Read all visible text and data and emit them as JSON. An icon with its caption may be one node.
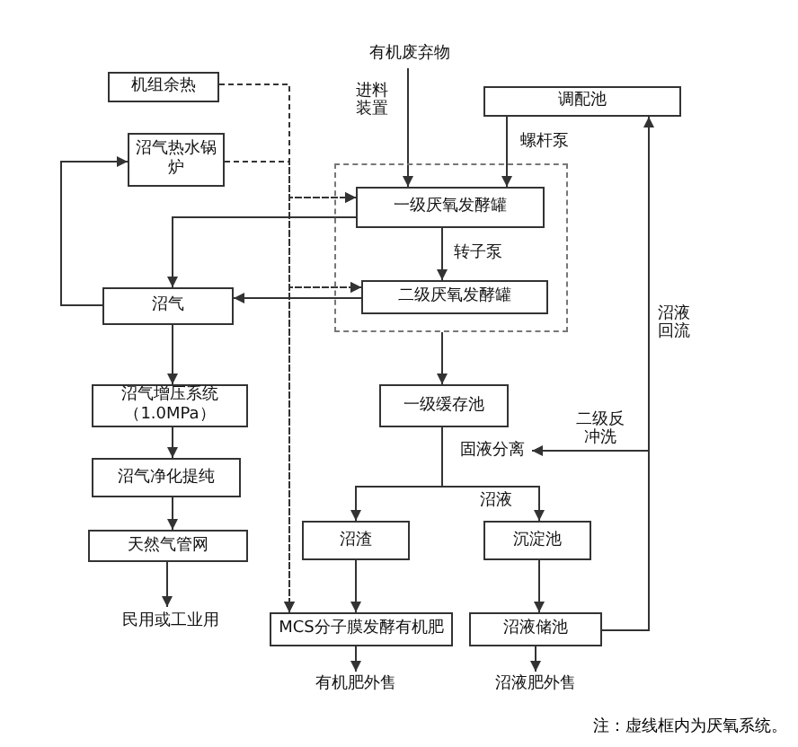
{
  "diagram": {
    "nodes": [
      {
        "text": [
          "有机废弃物"
        ]
      },
      {
        "text": [
          "机组余热"
        ]
      },
      {
        "text": [
          "沼气热水锅炉"
        ]
      },
      {
        "text": [
          "调配池"
        ]
      },
      {
        "text": [],
        "shape": "box"
      },
      {
        "text": [
          "一级厌氧发酵罐"
        ],
        "in": 4
      },
      {
        "text": [
          "二级厌氧发酵罐"
        ],
        "in": 4
      },
      {
        "text": [
          "沼气"
        ]
      },
      {
        "text": [
          "沼气增压系统（1.0MPa）"
        ]
      },
      {
        "text": [
          "沼气净化提纯"
        ]
      },
      {
        "text": [
          "天然气管网"
        ]
      },
      {
        "text": [
          "民用或工业用"
        ]
      },
      {
        "text": [
          "一级缓存池"
        ]
      },
      {
        "text": [
          "固液分离"
        ]
      },
      {
        "text": [
          "沼渣"
        ]
      },
      {
        "text": [
          "沉淀池"
        ]
      },
      {
        "text": [
          "MCS分子膜发酵有机肥"
        ]
      },
      {
        "text": [
          "沼液储池"
        ]
      },
      {
        "text": [
          "有机肥外售"
        ]
      },
      {
        "text": [
          "沼液肥外售"
        ]
      }
    ],
    "edges": [
      {
        "from": 0,
        "to": 5,
        "arrow": "to",
        "label": "进料装置"
      },
      {
        "from": 3,
        "to": 5,
        "arrow": "to",
        "label": "螺杆泵"
      },
      {
        "from": 5,
        "to": 6,
        "arrow": "to",
        "label": "转子泵"
      },
      {
        "from": 5,
        "to": 7,
        "arrow": "to"
      },
      {
        "from": 6,
        "to": 7,
        "arrow": "to"
      },
      {
        "from": 7,
        "to": 2,
        "arrow": "to"
      },
      {
        "from": 1,
        "to": 5,
        "arrow": "to",
        "style": "dashed"
      },
      {
        "from": 1,
        "to": 6,
        "arrow": "to",
        "style": "dashed"
      },
      {
        "from": 1,
        "to": 16,
        "arrow": "to",
        "style": "dashed"
      },
      {
        "from": 2,
        "to": 5,
        "arrow": "to",
        "style": "dashed"
      },
      {
        "from": 2,
        "to": 6,
        "arrow": "to",
        "style": "dashed"
      },
      {
        "from": 2,
        "to": 16,
        "arrow": "to",
        "style": "dashed"
      },
      {
        "from": 7,
        "to": 8,
        "arrow": "to"
      },
      {
        "from": 8,
        "to": 9,
        "arrow": "to"
      },
      {
        "from": 9,
        "to": 10,
        "arrow": "to"
      },
      {
        "from": 10,
        "to": 11,
        "arrow": "to"
      },
      {
        "from": 4,
        "to": 12,
        "arrow": "to"
      },
      {
        "from": 12,
        "to": 14,
        "arrow": "to"
      },
      {
        "from": 12,
        "to": 15,
        "arrow": "to",
        "label": "沼液"
      },
      {
        "from": 14,
        "to": 16,
        "arrow": "to"
      },
      {
        "from": 15,
        "to": 17,
        "arrow": "to"
      },
      {
        "from": 16,
        "to": 18,
        "arrow": "to"
      },
      {
        "from": 17,
        "to": 19,
        "arrow": "to"
      },
      {
        "from": 17,
        "to": 13,
        "arrow": "to",
        "label": "二级反冲洗"
      },
      {
        "from": 17,
        "to": 3,
        "arrow": "to",
        "label": "沼液回流"
      }
    ],
    "labels": [
      "注：虚线框内为厌氧系统。"
    ]
  }
}
